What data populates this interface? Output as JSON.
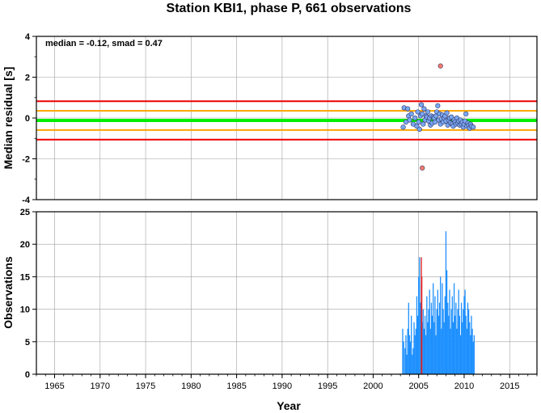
{
  "title": "Station KBI1, phase P, 661 observations",
  "colors": {
    "median_line": "#00ee00",
    "smad_band": "#ffa500",
    "outer_band": "#ee0000",
    "point_fill": "#79a8f2",
    "outlier_fill": "#f87b6b",
    "bar_normal": "#1e90ff",
    "bar_highlight": "#e02020",
    "grid": "#a0a0a0"
  },
  "chart_data": [
    {
      "type": "scatter",
      "ylabel": "Median residual [s]",
      "xlim": [
        1963,
        2018
      ],
      "ylim": [
        -4,
        4
      ],
      "yticks": [
        -4,
        -2,
        0,
        2,
        4
      ],
      "grid": true,
      "annotation": "median = -0.12, smad = 0.47",
      "reference_lines": [
        {
          "role": "outer",
          "y": 0.82
        },
        {
          "role": "smad",
          "y": 0.35
        },
        {
          "role": "median",
          "y": -0.12
        },
        {
          "role": "smad",
          "y": -0.59
        },
        {
          "role": "outer",
          "y": -1.06
        }
      ],
      "series": [
        {
          "role": "points",
          "x": [
            2003.3,
            2003.4,
            2003.6,
            2003.8,
            2003.9,
            2004.0,
            2004.2,
            2004.4,
            2004.6,
            2004.8,
            2004.9,
            2005.0,
            2005.1,
            2005.2,
            2005.3,
            2005.4,
            2005.5,
            2005.6,
            2005.7,
            2005.8,
            2005.9,
            2006.0,
            2006.1,
            2006.2,
            2006.3,
            2006.4,
            2006.5,
            2006.6,
            2006.7,
            2006.8,
            2006.9,
            2007.0,
            2007.1,
            2007.2,
            2007.3,
            2007.4,
            2007.5,
            2007.6,
            2007.7,
            2007.8,
            2007.9,
            2008.0,
            2008.1,
            2008.2,
            2008.3,
            2008.4,
            2008.5,
            2008.6,
            2008.7,
            2008.8,
            2008.9,
            2009.0,
            2009.1,
            2009.2,
            2009.3,
            2009.4,
            2009.5,
            2009.6,
            2009.7,
            2009.8,
            2009.9,
            2010.0,
            2010.1,
            2010.2,
            2010.3,
            2010.4,
            2010.5,
            2010.6,
            2010.7,
            2010.8,
            2011.0
          ],
          "y": [
            -0.45,
            0.5,
            -0.2,
            0.45,
            0.1,
            -0.1,
            0.2,
            -0.3,
            0.0,
            -0.4,
            0.3,
            -0.2,
            -0.55,
            0.1,
            0.65,
            0.2,
            -0.3,
            0.45,
            -0.1,
            0.1,
            0.05,
            0.3,
            -0.15,
            0.0,
            -0.35,
            0.1,
            -0.25,
            0.05,
            0.0,
            -0.2,
            0.1,
            0.3,
            0.6,
            -0.1,
            0.2,
            -0.3,
            -0.05,
            0.15,
            -0.2,
            0.0,
            0.1,
            -0.15,
            0.25,
            -0.35,
            -0.1,
            0.0,
            -0.25,
            0.05,
            -0.3,
            -0.4,
            -0.1,
            -0.2,
            -0.3,
            0.0,
            -0.25,
            -0.15,
            -0.35,
            -0.1,
            -0.3,
            -0.2,
            -0.45,
            -0.3,
            -0.15,
            0.2,
            -0.4,
            -0.25,
            -0.35,
            -0.5,
            -0.3,
            -0.4,
            -0.45
          ]
        },
        {
          "role": "outliers",
          "x": [
            2005.4,
            2007.4
          ],
          "y": [
            -2.45,
            2.55
          ]
        }
      ]
    },
    {
      "type": "bar",
      "xlabel": "Year",
      "ylabel": "Observations",
      "xlim": [
        1963,
        2018
      ],
      "ylim": [
        0,
        25
      ],
      "xticks": [
        1965,
        1970,
        1975,
        1980,
        1985,
        1990,
        1995,
        2000,
        2005,
        2010,
        2015
      ],
      "yticks": [
        0,
        5,
        10,
        15,
        20,
        25
      ],
      "grid": true,
      "x": [
        2003.25,
        2003.35,
        2003.5,
        2003.6,
        2003.7,
        2003.8,
        2003.9,
        2004.0,
        2004.1,
        2004.2,
        2004.3,
        2004.4,
        2004.5,
        2004.6,
        2004.7,
        2004.8,
        2004.9,
        2005.0,
        2005.1,
        2005.2,
        2005.3,
        2005.4,
        2005.5,
        2005.6,
        2005.7,
        2005.8,
        2005.9,
        2006.0,
        2006.1,
        2006.2,
        2006.3,
        2006.4,
        2006.5,
        2006.6,
        2006.7,
        2006.8,
        2006.9,
        2007.0,
        2007.1,
        2007.2,
        2007.3,
        2007.4,
        2007.5,
        2007.6,
        2007.7,
        2007.8,
        2007.9,
        2008.0,
        2008.1,
        2008.2,
        2008.3,
        2008.4,
        2008.5,
        2008.6,
        2008.7,
        2008.8,
        2008.9,
        2009.0,
        2009.1,
        2009.2,
        2009.3,
        2009.4,
        2009.5,
        2009.6,
        2009.7,
        2009.8,
        2009.9,
        2010.0,
        2010.1,
        2010.2,
        2010.3,
        2010.4,
        2010.5,
        2010.6,
        2010.7,
        2010.8,
        2010.9,
        2011.0,
        2011.1
      ],
      "values": [
        7,
        5,
        4,
        6,
        3,
        7,
        11,
        6,
        5,
        9,
        3,
        4,
        8,
        6,
        7,
        12,
        9,
        15,
        18,
        11,
        14,
        8,
        10,
        7,
        9,
        6,
        12,
        8,
        10,
        13,
        7,
        11,
        9,
        14,
        8,
        12,
        6,
        10,
        13,
        9,
        11,
        15,
        7,
        14,
        10,
        8,
        12,
        22,
        16,
        11,
        9,
        13,
        7,
        10,
        12,
        8,
        14,
        9,
        11,
        7,
        10,
        13,
        9,
        6,
        11,
        8,
        10,
        12,
        13,
        9,
        7,
        11,
        10,
        8,
        6,
        9,
        7,
        5,
        6
      ],
      "highlight": [
        {
          "x": 2005.3,
          "value": 18
        },
        {
          "x": 2005.35,
          "value": 15
        }
      ]
    }
  ]
}
